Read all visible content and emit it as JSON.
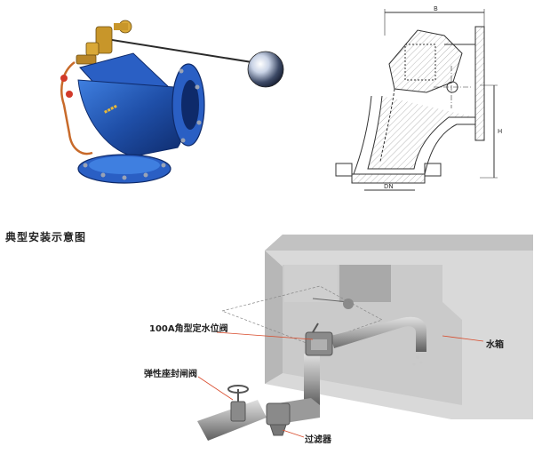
{
  "section_title": "典型安装示意图",
  "callouts": {
    "float_valve": "100A角型定水位阀",
    "water_tank": "水箱",
    "gate_valve": "弹性座封闸阀",
    "filter": "过滤器"
  },
  "drawing_dims": {
    "width_symbol": "B",
    "height_symbol": "H",
    "inlet_symbol": "DN"
  },
  "colors": {
    "valve_blue": "#1f4fa8",
    "brass": "#c8962a",
    "copper_tube": "#c86a2a",
    "wall_grey": "#d9d9d9",
    "pipe_grey": "#9a9a9a",
    "callout_red": "#d84a2a"
  }
}
